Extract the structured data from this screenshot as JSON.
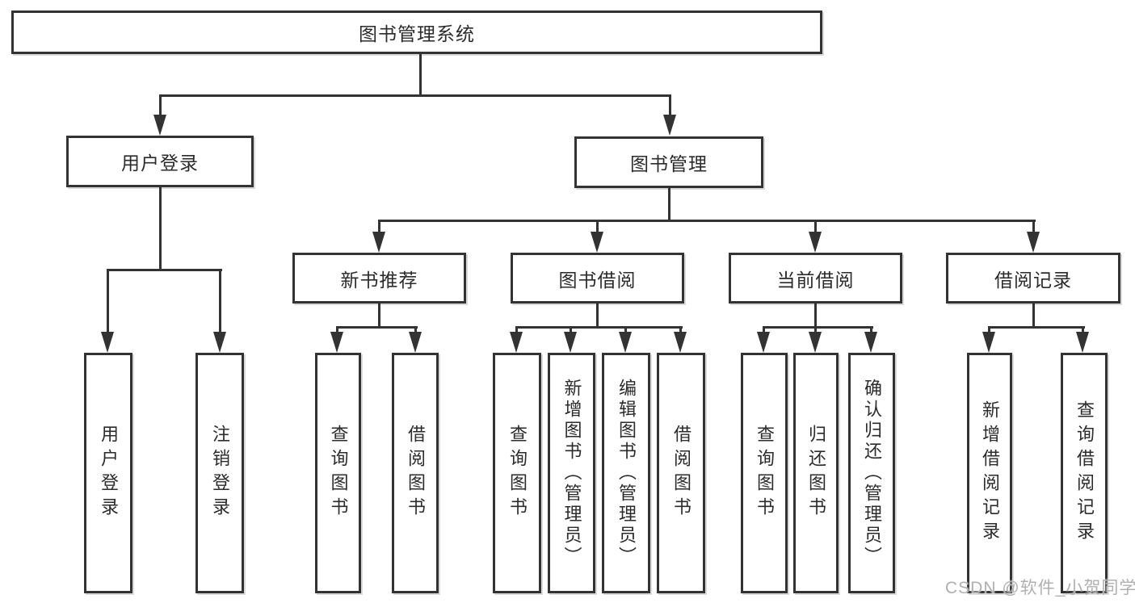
{
  "tree": {
    "root": {
      "label": "图书管理系统"
    },
    "children": [
      {
        "label": "用户登录",
        "children": [
          {
            "label": "用户登录"
          },
          {
            "label": "注销登录"
          }
        ]
      },
      {
        "label": "图书管理",
        "children": [
          {
            "label": "新书推荐",
            "children": [
              {
                "label": "查询图书"
              },
              {
                "label": "借阅图书"
              }
            ]
          },
          {
            "label": "图书借阅",
            "children": [
              {
                "label": "查询图书"
              },
              {
                "label": "新增图书（管理员）"
              },
              {
                "label": "编辑图书（管理员）"
              },
              {
                "label": "借阅图书"
              }
            ]
          },
          {
            "label": "当前借阅",
            "children": [
              {
                "label": "查询图书"
              },
              {
                "label": "归还图书"
              },
              {
                "label": "确认归还（管理员）"
              }
            ]
          },
          {
            "label": "借阅记录",
            "children": [
              {
                "label": "新增借阅记录"
              },
              {
                "label": "查询借阅记录"
              }
            ]
          }
        ]
      }
    ]
  },
  "watermark": {
    "text": "CSDN @软件_小贺同学"
  },
  "colors": {
    "line": "#333333",
    "box_border": "#333333",
    "box_fill": "#ffffff",
    "text": "#2b2b2b",
    "watermark": "#b0b0b0"
  }
}
